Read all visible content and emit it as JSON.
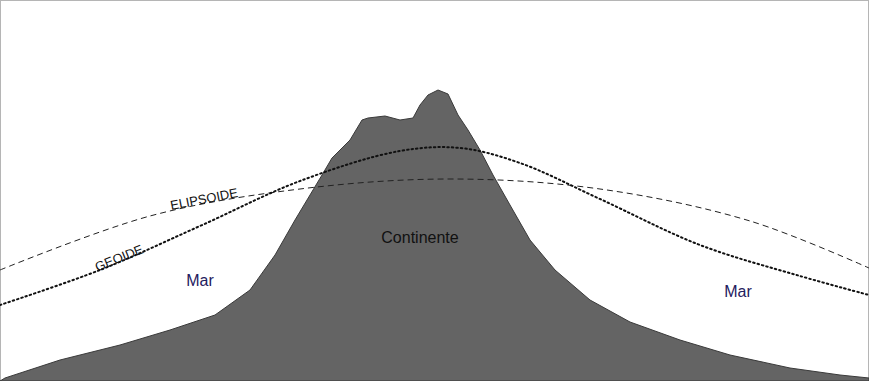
{
  "diagram": {
    "nodes": [
      {
        "text": [
          "Continente"
        ]
      }
    ],
    "labels": [
      "ELIPSOIDE",
      "GEOIDE",
      "Mar",
      "Mar"
    ]
  }
}
